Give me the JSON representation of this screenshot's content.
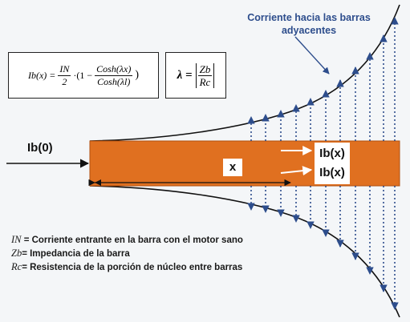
{
  "title": {
    "line1": "Corriente hacia las barras",
    "line2": "adyacentes"
  },
  "formula": {
    "lhs": "Ib(x) =",
    "frac1_num": "IN",
    "frac1_den": "2",
    "mid": "·(1 −",
    "frac2_num": "Cosh(λx)",
    "frac2_den": "Cosh(λl)",
    "close": ")"
  },
  "lambda_formula": {
    "lhs": "λ =",
    "num": "Zb",
    "den": "Rc"
  },
  "labels": {
    "ib0": "Ib(0)",
    "x": "x",
    "ibx_top": "Ib(x)",
    "ibx_bottom": "Ib(x)"
  },
  "legend": [
    {
      "sym": "IN",
      "text": " = Corriente entrante en la barra con el motor sano"
    },
    {
      "sym": "Zb",
      "text": "= Impedancia de la barra"
    },
    {
      "sym": "Rc",
      "text": "= Resistencia de la porción de núcleo entre barras"
    }
  ],
  "colors": {
    "bar": "#e07020",
    "arrow": "#2d4d8c",
    "curve": "#111111"
  }
}
